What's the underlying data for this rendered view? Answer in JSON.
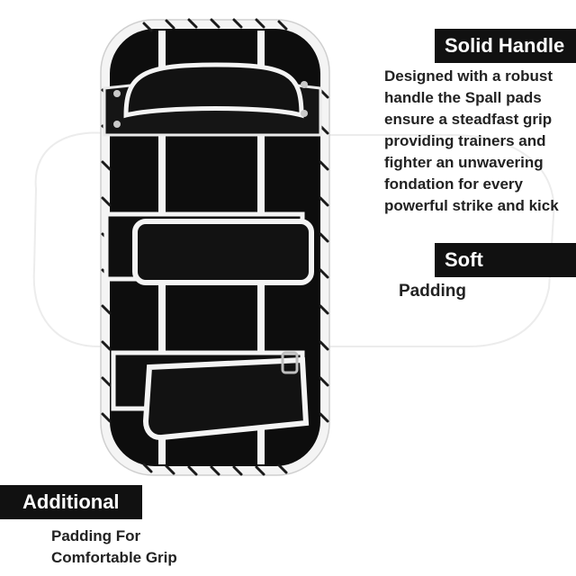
{
  "callouts": {
    "solid_handle": {
      "title": "Solid Handle",
      "lines": [
        "Designed with a robust",
        "handle the Spall pads",
        "ensure a steadfast grip",
        "providing trainers and",
        "fighter an unwavering",
        "fondation for every",
        "powerful strike and kick"
      ]
    },
    "soft": {
      "title": "Soft",
      "lines": [
        "Padding"
      ]
    },
    "additional": {
      "title": "Additional",
      "lines": [
        "Padding For",
        "Comfortable Grip"
      ]
    }
  },
  "colors": {
    "pad": "#0d0d0d",
    "trim": "#f4f4f4",
    "stitch": "#1a1a1a",
    "bar": "#111111"
  }
}
